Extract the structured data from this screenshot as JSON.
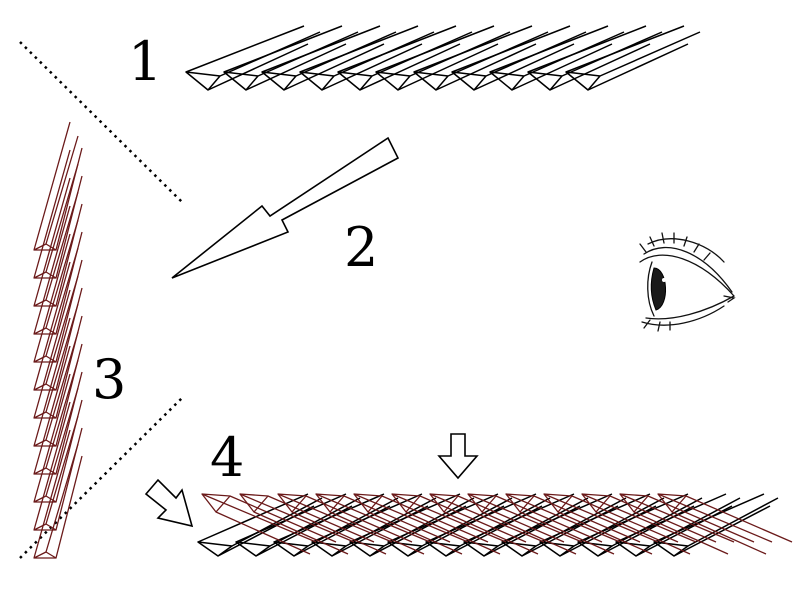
{
  "labels": {
    "step1": "1",
    "step2": "2",
    "step3": "3",
    "step4": "4"
  },
  "colors": {
    "ink": "#000000",
    "red_layer": "#6b1a1a",
    "background": "#ffffff"
  },
  "icons": {
    "eye": "eye-icon",
    "down_arrow": "down-arrow-icon",
    "diagonal_arrow": "diagonal-arrow-icon",
    "large_arrow": "large-arrow-icon"
  }
}
